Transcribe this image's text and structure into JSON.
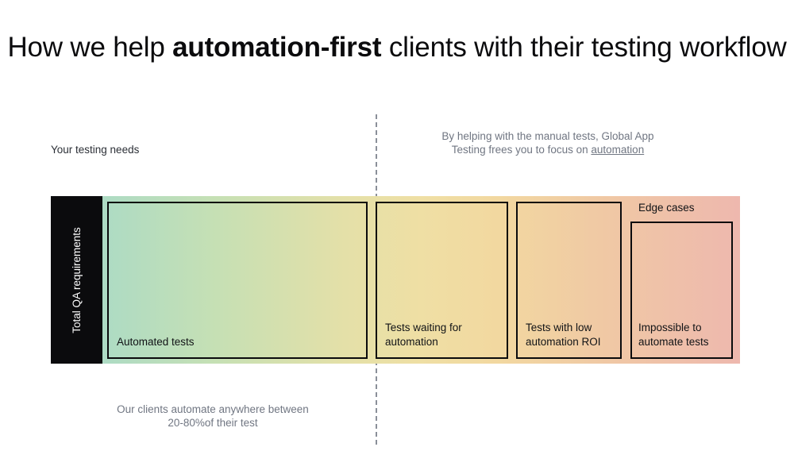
{
  "title": {
    "before": "How we help ",
    "emphasis": "automation-first",
    "after": " clients with their testing workflow"
  },
  "annotations": {
    "left_label": "Your testing needs",
    "right_note_line1": "By helping with the manual tests, Global App",
    "right_note_line2_prefix": "Testing frees you to focus on ",
    "right_note_link": "automation",
    "bottom_note_line1": "Our clients automate anywhere between",
    "bottom_note_line2": "20-80%of their test"
  },
  "axis": {
    "label": "Total QA requirements"
  },
  "chart_data": {
    "type": "bar",
    "title": "How we help automation-first clients with their testing workflow",
    "orientation": "horizontal-stacked",
    "ylabel": "Total QA requirements",
    "xlabel": "",
    "categories": [
      "Automated tests",
      "Tests waiting for automation",
      "Tests with low automation ROI",
      "Impossible to automate tests"
    ],
    "values": [
      338,
      177,
      142,
      146
    ],
    "unit": "px-width-share",
    "annotations": [
      "Your testing needs",
      "Edge cases",
      "Our clients automate anywhere between 20-80%of their test",
      "By helping with the manual tests, Global App Testing frees you to focus on automation"
    ],
    "divider_note": "dashed vertical divider separating automated tests from manual tests",
    "grid": false,
    "legend": "none"
  },
  "segments": [
    {
      "label": "Automated tests",
      "caption": ""
    },
    {
      "label": "Tests waiting for\nautomation",
      "caption": ""
    },
    {
      "label": "Tests with low\nautomation ROI",
      "caption": ""
    },
    {
      "label": "Impossible to\nautomate tests",
      "caption": "Edge cases"
    }
  ],
  "segment_labels": {
    "s1": "Automated tests",
    "s2_line1": "Tests waiting for",
    "s2_line2": "automation",
    "s3_line1": "Tests with low",
    "s3_line2": "automation ROI",
    "s4_line1": "Impossible to",
    "s4_line2": "automate tests",
    "s4_caption": "Edge cases"
  },
  "colors": {
    "gradient_start": "#addbc4",
    "gradient_mid": "#efdfa4",
    "gradient_end": "#eeb8ae",
    "axis_block": "#0b0b0d",
    "note_text": "#707682",
    "border": "#0b0b0d"
  }
}
